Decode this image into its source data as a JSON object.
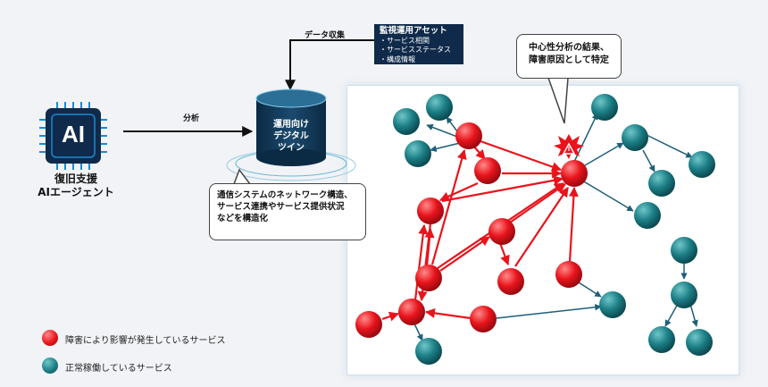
{
  "agent": {
    "chip_text": "AI",
    "label_line1": "復旧支援",
    "label_line2": "AIエージェント"
  },
  "arrows": {
    "analysis": "分析",
    "data_collection": "データ収集"
  },
  "twin": {
    "line1": "運用向け",
    "line2": "デジタル",
    "line3": "ツイン"
  },
  "assets": {
    "title": "監視運用アセット",
    "items": [
      "・サービス相関",
      "・サービスステータス",
      "・構成情報"
    ]
  },
  "callouts": {
    "structure": [
      "通信システムのネットワーク構造、",
      "サービス連携やサービス提供状況",
      "などを構造化"
    ],
    "centrality": [
      "中心性分析の結果、",
      "障害原因として特定"
    ]
  },
  "legend": {
    "affected": "障害により影響が発生しているサービス",
    "normal": "正常稼働しているサービス"
  },
  "colors": {
    "affected": "#e8141c",
    "normal": "#1c7f86",
    "navy": "#0f2a4a"
  }
}
